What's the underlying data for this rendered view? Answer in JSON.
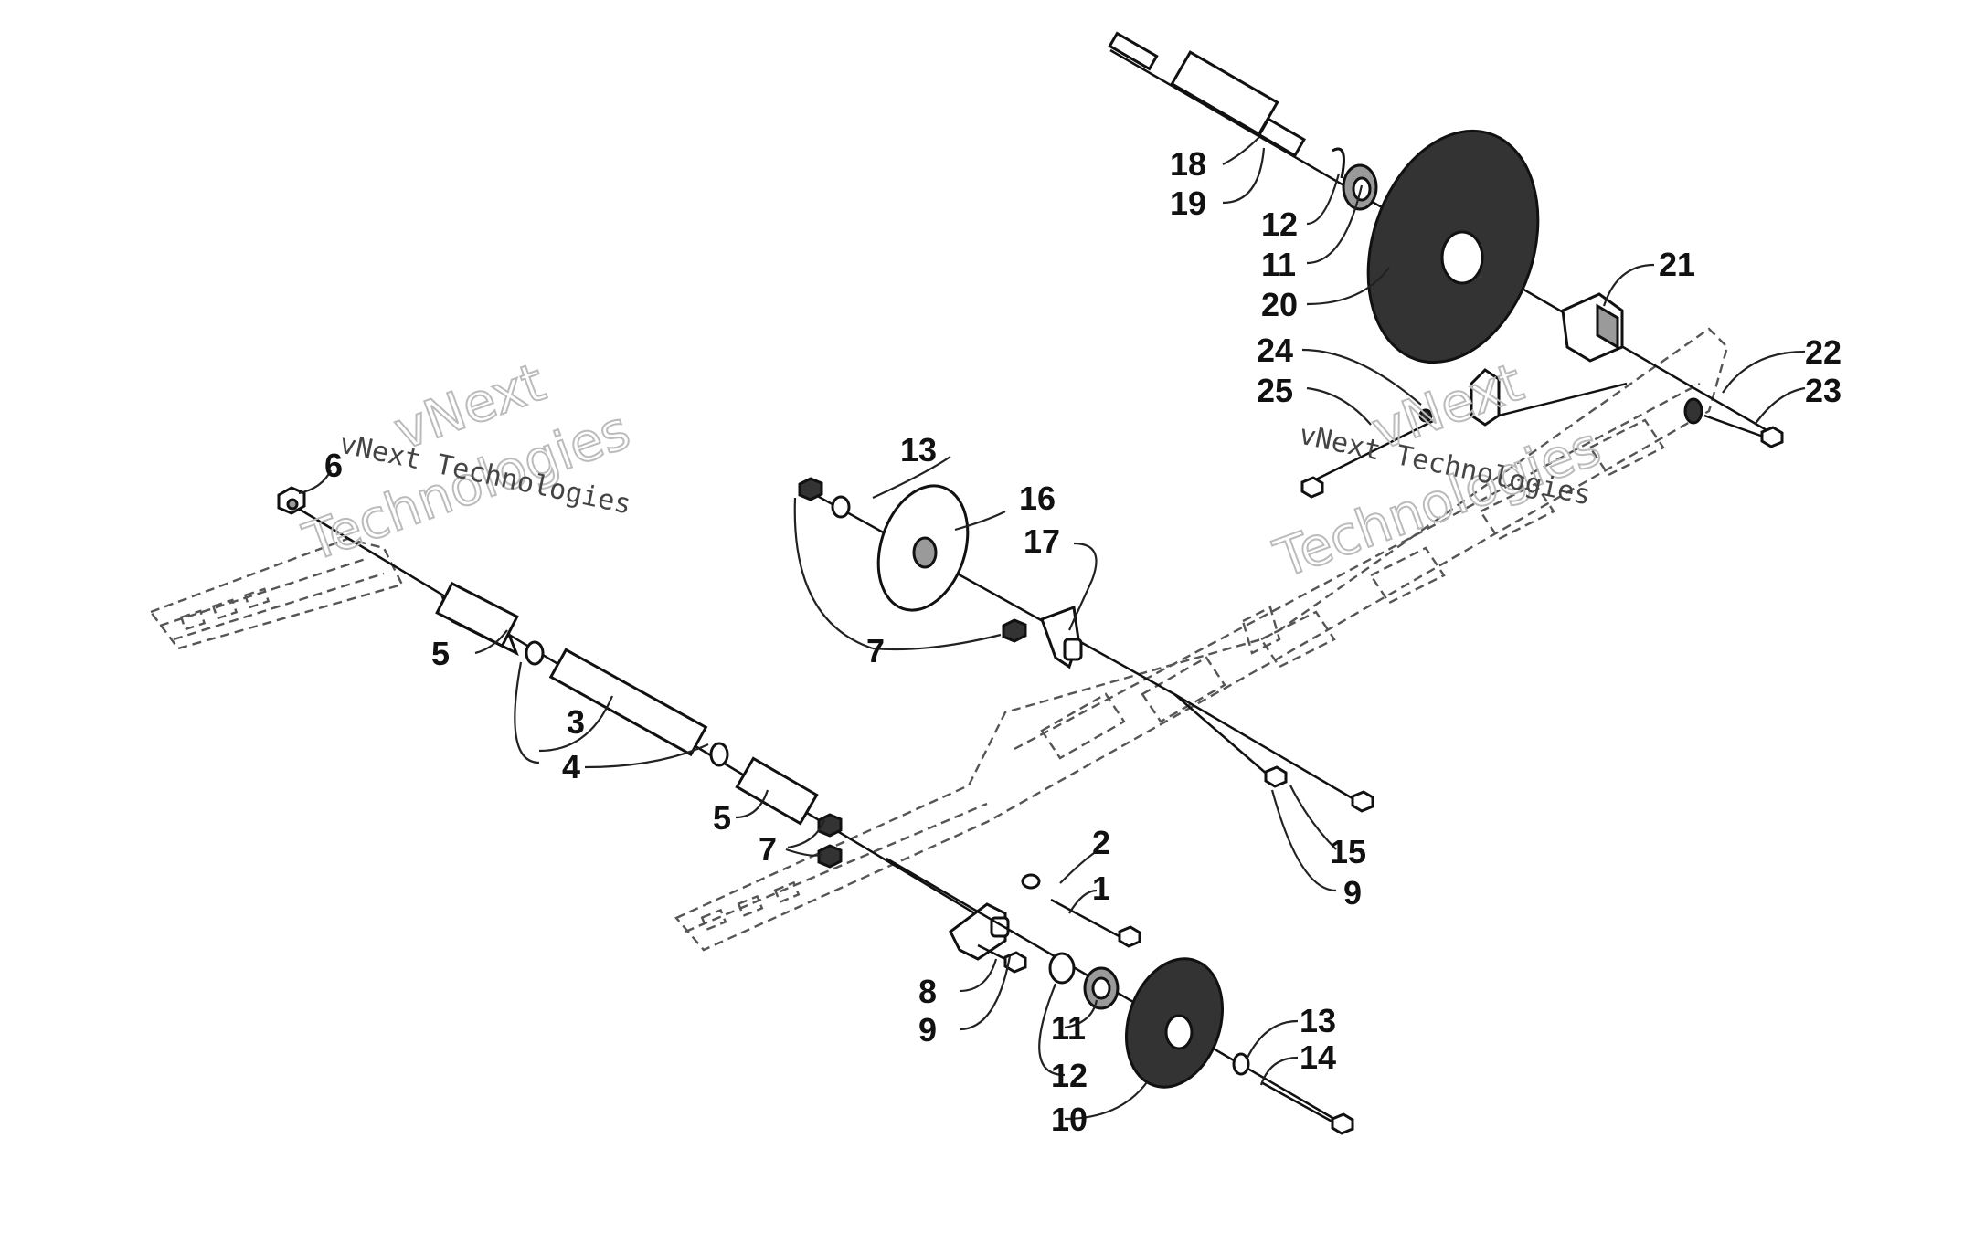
{
  "watermark": {
    "brand_top": "vNext",
    "brand_bottom": "Technologies",
    "line": "vNext Technologies"
  },
  "callouts": {
    "c1": "1",
    "c2": "2",
    "c3": "3",
    "c4": "4",
    "c5a": "5",
    "c5b": "5",
    "c6": "6",
    "c7a": "7",
    "c7b": "7",
    "c8": "8",
    "c9a": "9",
    "c9b": "9",
    "c10": "10",
    "c11a": "11",
    "c11b": "11",
    "c12a": "12",
    "c12b": "12",
    "c13a": "13",
    "c13b": "13",
    "c14": "14",
    "c15": "15",
    "c16": "16",
    "c17": "17",
    "c18": "18",
    "c19": "19",
    "c20": "20",
    "c21": "21",
    "c22": "22",
    "c23": "23",
    "c24": "24",
    "c25": "25"
  }
}
